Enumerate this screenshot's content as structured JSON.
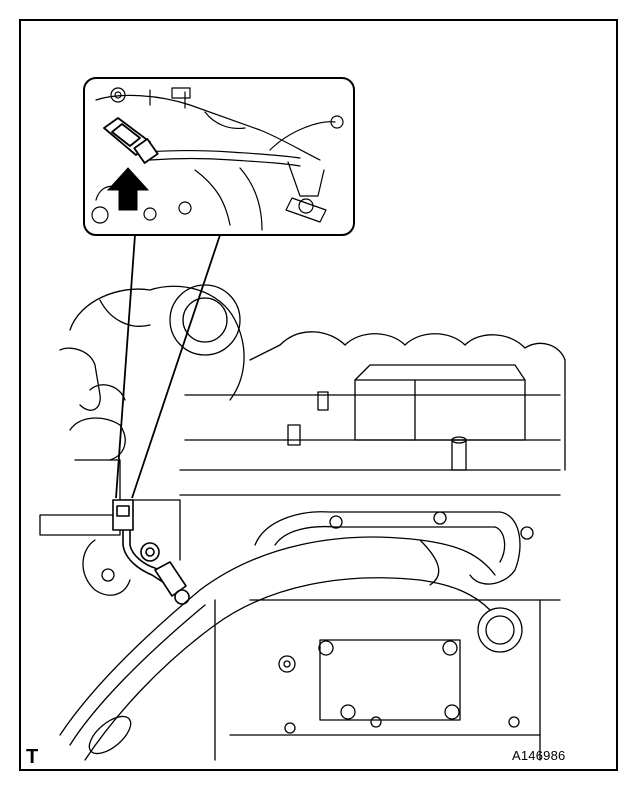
{
  "figure": {
    "corner_mark": "T",
    "figure_id": "A146986",
    "colors": {
      "line": "#000000",
      "background": "#ffffff"
    },
    "callout": {
      "icon": "arrow-up-icon",
      "part": "engine-sensor-connector"
    }
  }
}
